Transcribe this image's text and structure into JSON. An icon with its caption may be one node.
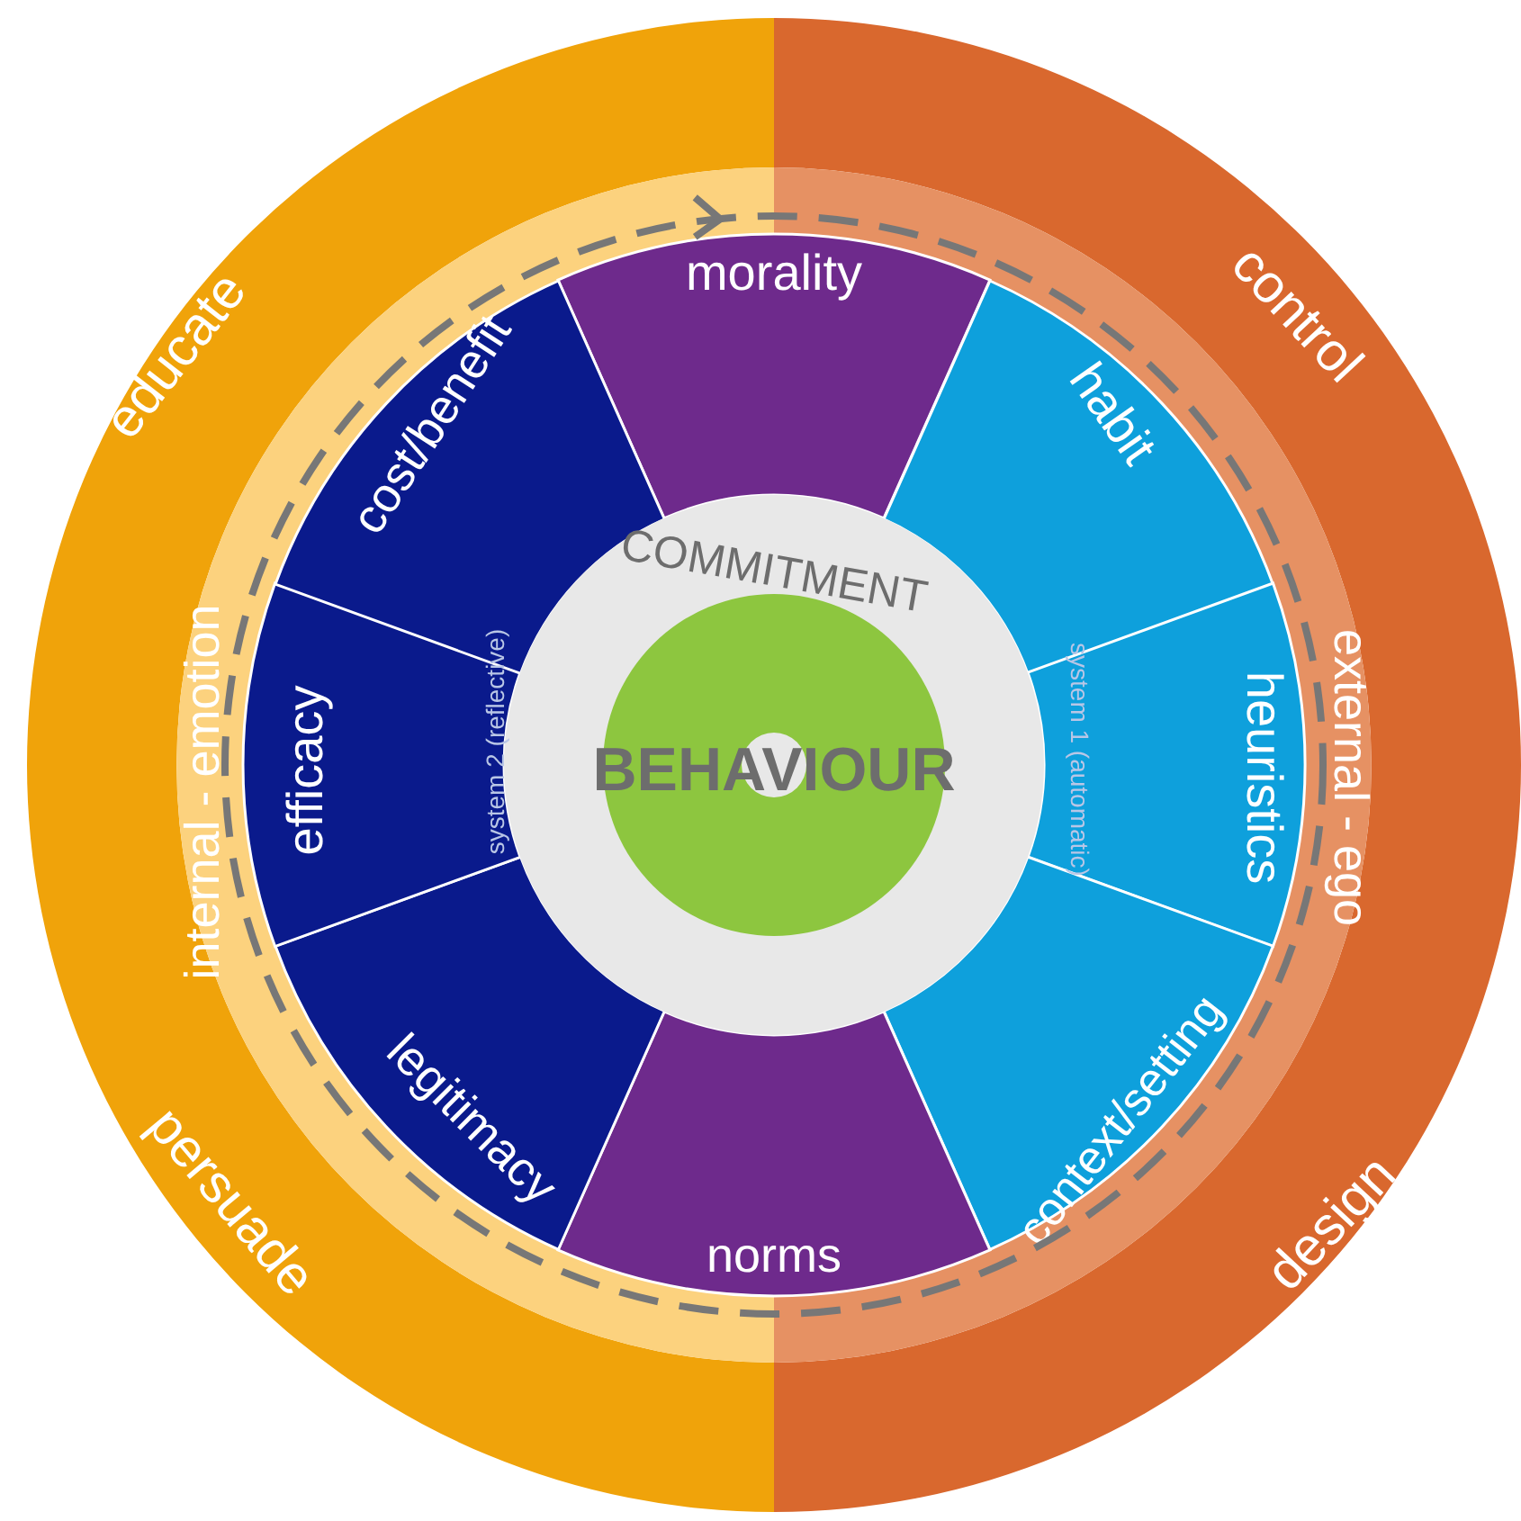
{
  "diagram": {
    "nodes": [
      {
        "text": [
          "educate",
          "persuade"
        ]
      },
      {
        "text": [
          "control",
          "design"
        ]
      },
      {
        "text": [
          "internal - emotion"
        ]
      },
      {
        "text": [
          "external - ego"
        ]
      },
      {
        "text": [
          "morality"
        ]
      },
      {
        "text": [
          "habit"
        ]
      },
      {
        "text": [
          "heuristics"
        ]
      },
      {
        "text": [
          "context/setting"
        ]
      },
      {
        "text": [
          "norms"
        ]
      },
      {
        "text": [
          "legitimacy"
        ]
      },
      {
        "text": [
          "efficacy"
        ]
      },
      {
        "text": [
          "cost/benefit"
        ]
      },
      {
        "text": [
          "COMMITMENT"
        ]
      },
      {
        "text": [
          "BEHAVIOUR"
        ],
        "in": 12
      }
    ],
    "labels": [
      "system 2 (reflective)",
      "system 1 (automatic)"
    ]
  }
}
